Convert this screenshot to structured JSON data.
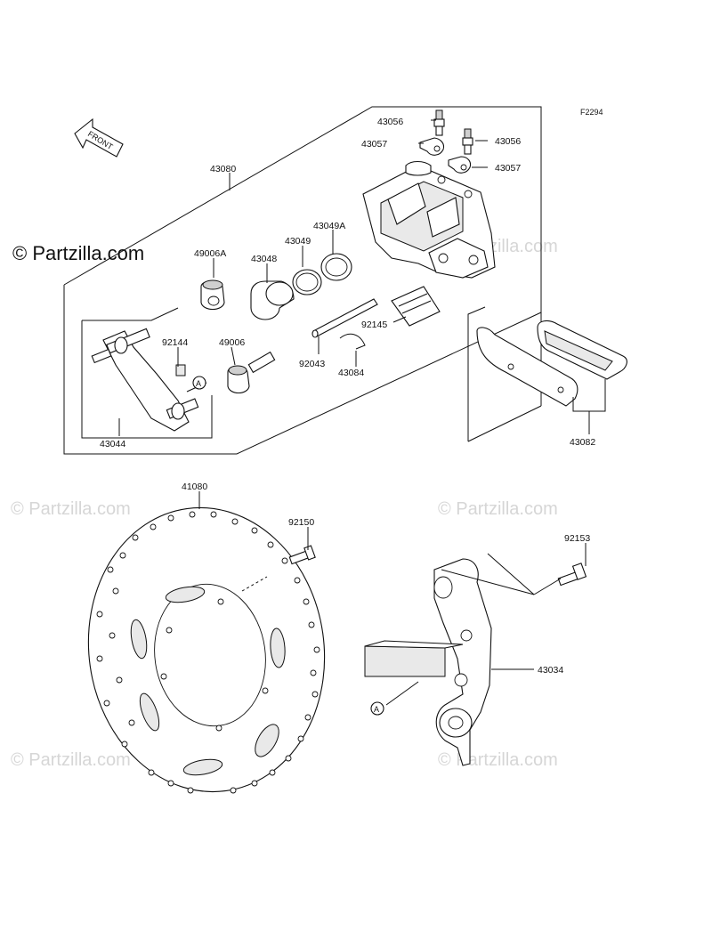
{
  "diagram_code": "F2294",
  "front_arrow_label": "FRONT",
  "watermark_text": "© Partzilla.com",
  "ref_marker": "A",
  "labels": {
    "caliper_assy": "43080",
    "bleeder_a": "43056",
    "cap_a": "43057",
    "bleeder_b": "43056",
    "cap_b": "43057",
    "boot_a": "49006A",
    "piston": "43048",
    "seal_piston": "43049",
    "seal_dust": "43049A",
    "spring": "92145",
    "pad_pin": "92043",
    "pin_clip": "43084",
    "clip_92144": "92144",
    "boot_b": "49006",
    "holder": "43044",
    "pads": "43082",
    "disc": "41080",
    "disc_bolt": "92150",
    "bracket_bolt": "92153",
    "bracket": "43034"
  }
}
